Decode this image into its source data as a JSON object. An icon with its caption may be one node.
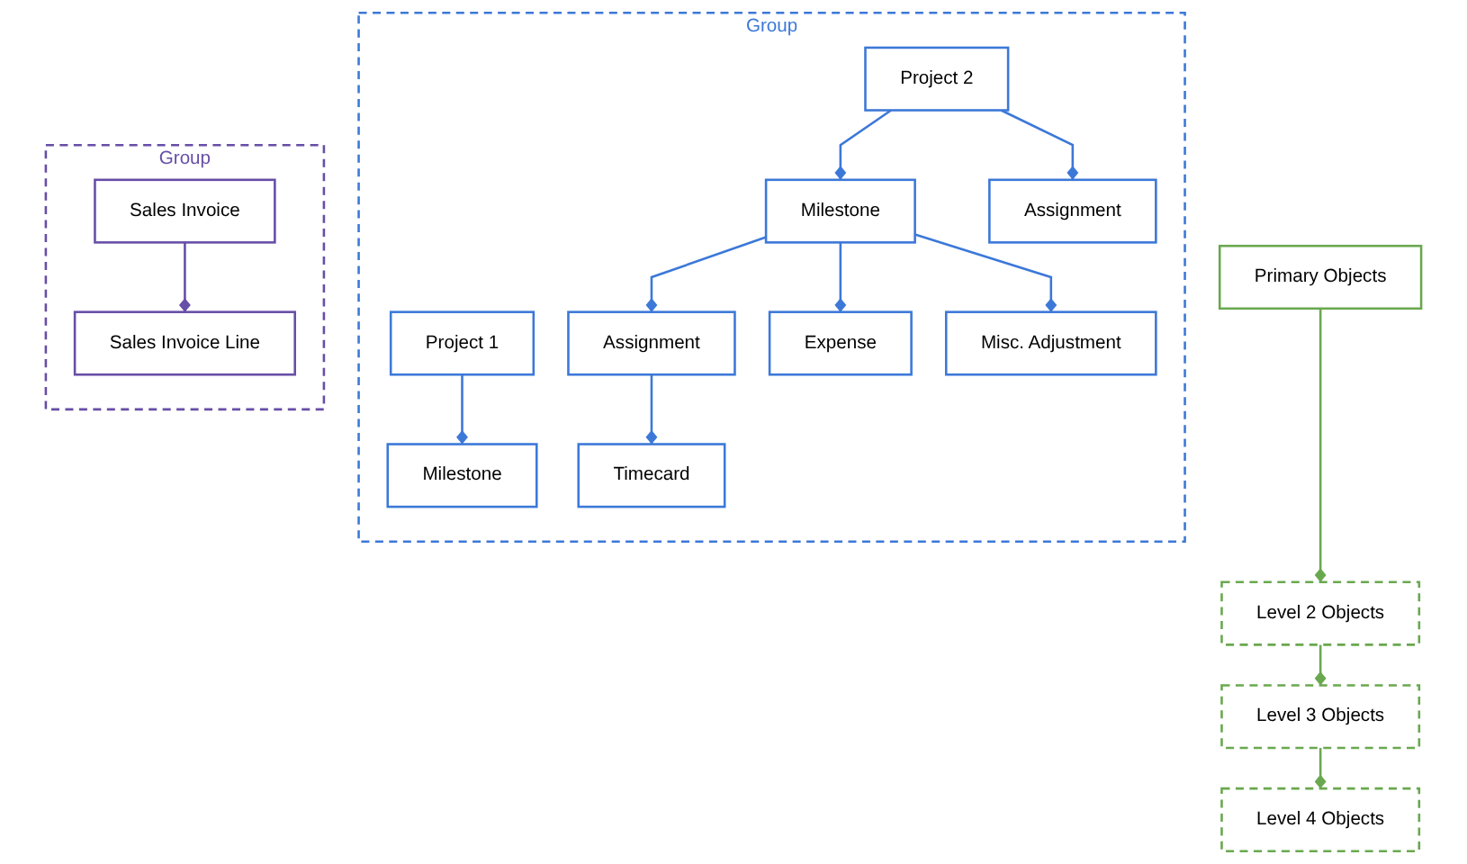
{
  "diagram": {
    "nodes": [
      {
        "text": [
          "Primary Objects"
        ]
      },
      {
        "text": [
          "Level 2 Objects"
        ]
      },
      {
        "text": [
          "Level 3 Objects"
        ]
      },
      {
        "text": [
          "Level 4 Objects"
        ]
      },
      {
        "text": [
          "Group"
        ]
      },
      {
        "text": [
          "Project 1"
        ],
        "in": 4
      },
      {
        "text": [
          "Project 2"
        ],
        "in": 4
      },
      {
        "text": [
          "Milestone"
        ],
        "in": 4
      },
      {
        "text": [
          "Milestone"
        ],
        "in": 4
      },
      {
        "text": [
          "Assignment"
        ],
        "in": 4
      },
      {
        "text": [
          "Assignment"
        ],
        "in": 4
      },
      {
        "text": [
          "Expense"
        ],
        "in": 4
      },
      {
        "text": [
          "Misc. Adjustment"
        ],
        "in": 4
      },
      {
        "text": [
          "Timecard"
        ],
        "in": 4
      },
      {
        "text": [
          "Group"
        ]
      },
      {
        "text": [
          "Sales Invoice"
        ],
        "in": 14
      },
      {
        "text": [
          "Sales Invoice Line"
        ],
        "in": 14
      }
    ],
    "edges": [
      {
        "from": 0,
        "to": 1,
        "arrow": "other",
        "color": "#6aa84f"
      },
      {
        "from": 1,
        "to": 2,
        "arrow": "other",
        "color": "#6aa84f"
      },
      {
        "from": 2,
        "to": 3,
        "arrow": "other",
        "color": "#6aa84f"
      },
      {
        "from": 5,
        "to": 7,
        "arrow": "other"
      },
      {
        "from": 6,
        "to": 8,
        "arrow": "other"
      },
      {
        "from": 6,
        "to": 9,
        "arrow": "other"
      },
      {
        "from": 8,
        "to": 10,
        "arrow": "other"
      },
      {
        "from": 8,
        "to": 11,
        "arrow": "other"
      },
      {
        "from": 8,
        "to": 12,
        "arrow": "other"
      },
      {
        "from": 10,
        "to": 13,
        "arrow": "other"
      },
      {
        "from": 15,
        "to": 16,
        "arrow": "other",
        "color": "#674ea7"
      }
    ]
  }
}
